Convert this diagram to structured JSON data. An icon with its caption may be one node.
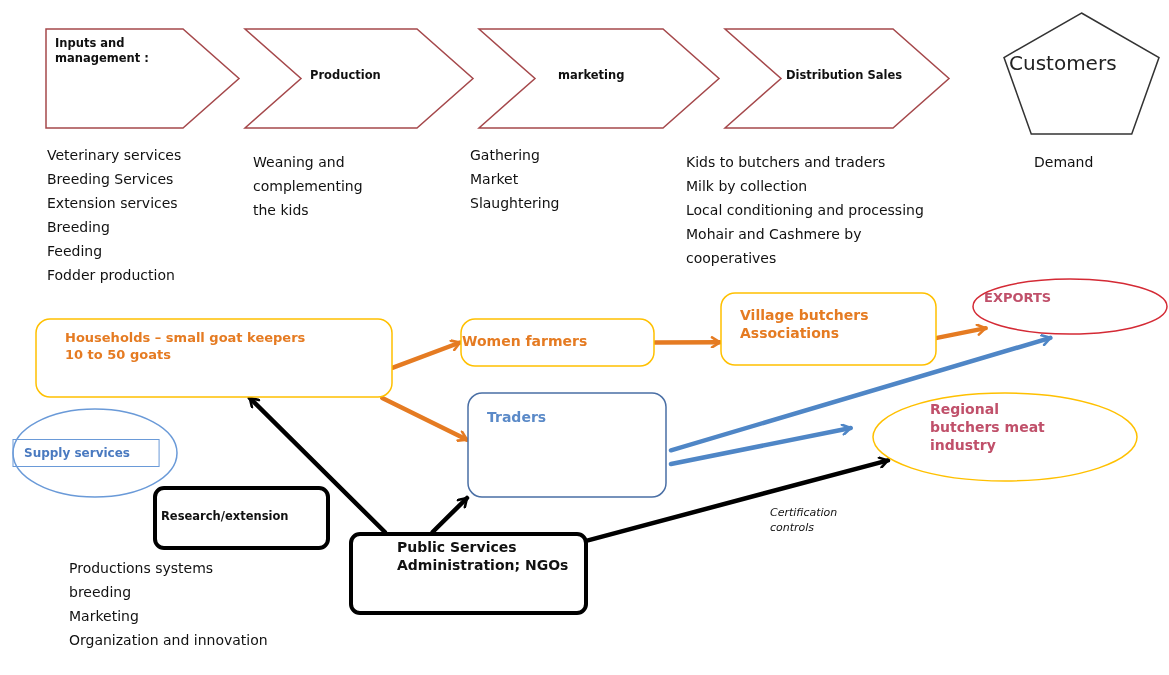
{
  "diagram": {
    "nodes": [
      {
        "text": [
          "Inputs and management :"
        ],
        "beside": [
          "Veterinary  services",
          "Breeding Services",
          "Extension services",
          "Breeding",
          "Feeding",
          "Fodder production"
        ]
      },
      {
        "text": [
          "Production"
        ],
        "beside": [
          "Weaning and complementing the kids"
        ]
      },
      {
        "text": [
          "marketing"
        ],
        "beside": [
          "Gathering",
          "Market",
          "Slaughtering"
        ]
      },
      {
        "text": [
          "Distribution Sales"
        ],
        "beside": [
          "Kids to butchers and traders",
          "Milk  by collection",
          "Local conditioning and processing",
          "Mohair and Cashmere by cooperatives"
        ]
      },
      {
        "text": [
          "Customers"
        ],
        "beside": [
          "Demand"
        ]
      },
      {
        "text": [
          "Households – small goat keepers 10 to 50 goats"
        ]
      },
      {
        "text": [
          "Women farmers"
        ]
      },
      {
        "text": [
          "Village butchers Associations"
        ]
      },
      {
        "text": [
          "EXPORTS"
        ]
      },
      {
        "text": [
          "Traders"
        ]
      },
      {
        "text": [
          "Regional butchers meat industry"
        ]
      },
      {
        "text": [
          "Supply services"
        ]
      },
      {
        "text": [
          "Research/extension"
        ],
        "beside": [
          "Productions systems",
          "breeding",
          "Marketing",
          "Organization and innovation"
        ]
      },
      {
        "text": [
          "Public Services Administration; NGOs"
        ]
      }
    ],
    "edges": [
      {
        "from": 5,
        "to": 6,
        "arrow": "to"
      },
      {
        "from": 5,
        "to": 9,
        "arrow": "to"
      },
      {
        "from": 6,
        "to": 7,
        "arrow": "to"
      },
      {
        "from": 7,
        "to": 8,
        "arrow": "to"
      },
      {
        "from": 9,
        "to": 8,
        "arrow": "to",
        "color": "#4f86c6"
      },
      {
        "from": 9,
        "to": 10,
        "arrow": "to",
        "color": "#4f86c6"
      },
      {
        "from": 13,
        "to": 5,
        "arrow": "to",
        "color": "#000000"
      },
      {
        "from": 13,
        "to": 9,
        "arrow": "to",
        "color": "#000000"
      },
      {
        "from": 13,
        "to": 10,
        "arrow": "to",
        "label": "Certification controls",
        "color": "#000000"
      }
    ]
  }
}
